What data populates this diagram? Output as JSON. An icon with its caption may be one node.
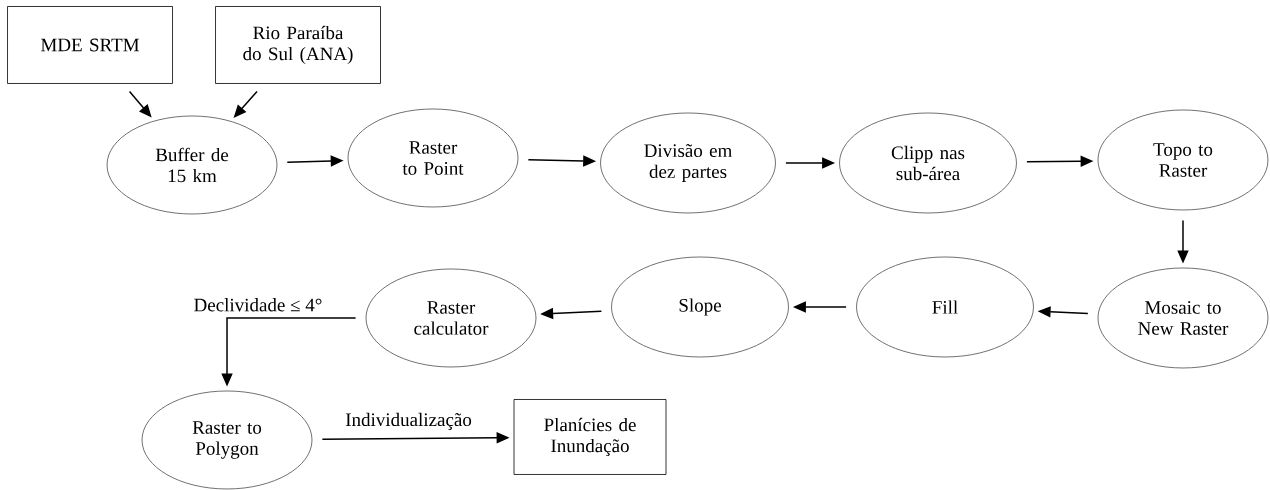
{
  "diagram": {
    "nodes": [
      {
        "text": [
          "MDE SRTM"
        ]
      },
      {
        "text": [
          "Rio Paraíba do Sul (ANA)"
        ]
      },
      {
        "text": [
          "Buffer de 15 km"
        ]
      },
      {
        "text": [
          "Raster to Point"
        ]
      },
      {
        "text": [
          "Divisão em dez partes"
        ]
      },
      {
        "text": [
          "Clipp nas sub-área"
        ]
      },
      {
        "text": [
          "Topo to Raster"
        ]
      },
      {
        "text": [
          "Mosaic to New Raster"
        ]
      },
      {
        "text": [
          "Fill"
        ]
      },
      {
        "text": [
          "Slope"
        ]
      },
      {
        "text": [
          "Raster calculator"
        ]
      },
      {
        "text": [
          "Raster to Polygon"
        ]
      },
      {
        "text": [
          "Planícies de Inundação"
        ]
      }
    ],
    "edges": [
      {
        "from": 0,
        "to": 2,
        "arrow": "to"
      },
      {
        "from": 1,
        "to": 2,
        "arrow": "to"
      },
      {
        "from": 2,
        "to": 3,
        "arrow": "to"
      },
      {
        "from": 3,
        "to": 4,
        "arrow": "to"
      },
      {
        "from": 4,
        "to": 5,
        "arrow": "to"
      },
      {
        "from": 5,
        "to": 6,
        "arrow": "to"
      },
      {
        "from": 6,
        "to": 7,
        "arrow": "to"
      },
      {
        "from": 7,
        "to": 8,
        "arrow": "to"
      },
      {
        "from": 8,
        "to": 9,
        "arrow": "to"
      },
      {
        "from": 9,
        "to": 10,
        "arrow": "to"
      },
      {
        "from": 10,
        "to": 11,
        "arrow": "to",
        "label": "Declividade ≤ 4°"
      },
      {
        "from": 11,
        "to": 12,
        "arrow": "to",
        "label": "Individualização"
      }
    ]
  }
}
